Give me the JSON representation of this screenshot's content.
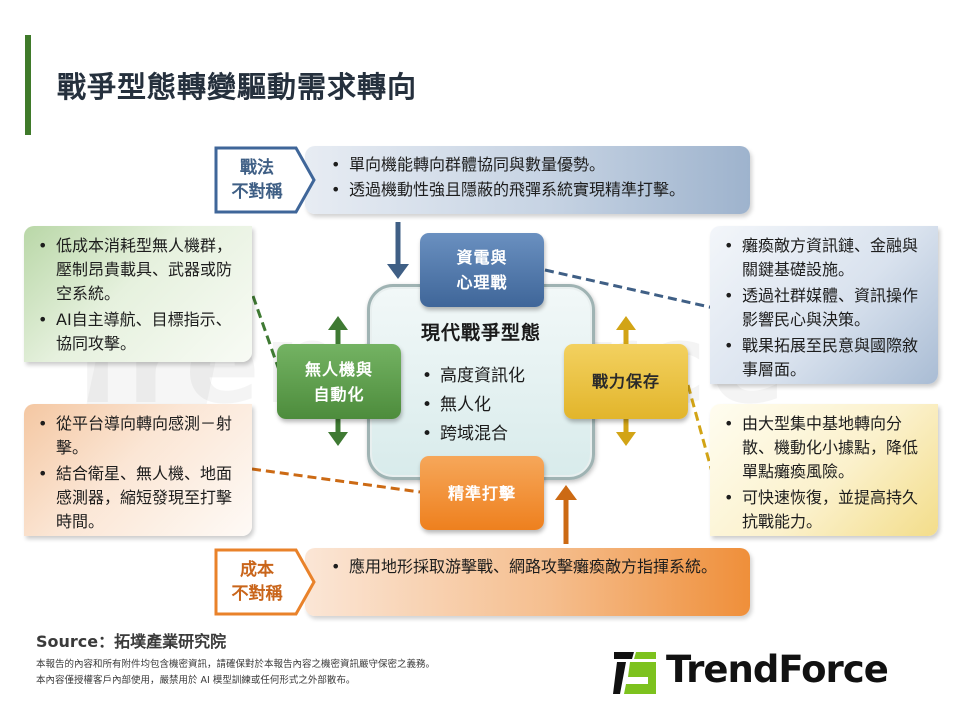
{
  "title": "戰爭型態轉變驅動需求轉向",
  "watermark": "TrendForce",
  "tactics": {
    "label_line1": "戰法",
    "label_line2": "不對稱",
    "items": [
      "單向機能轉向群體協同與數量優勢。",
      "透過機動性強且隱蔽的飛彈系統實現精準打擊。"
    ],
    "color": "#3f6699"
  },
  "cost": {
    "label_line1": "成本",
    "label_line2": "不對稱",
    "items": [
      "應用地形採取游擊戰、網路攻擊癱瘓敵方指揮系統。"
    ],
    "color": "#e9822a"
  },
  "center": {
    "title": "現代戰爭型態",
    "items": [
      "高度資訊化",
      "無人化",
      "跨域混合"
    ]
  },
  "nodes": {
    "info_psy": {
      "line1": "資電與",
      "line2": "心理戰",
      "color": "#4a72a6"
    },
    "drone": {
      "line1": "無人機與",
      "line2": "自動化",
      "color": "#5a9b48"
    },
    "preserve": {
      "line1": "戰力保存",
      "color": "#eac13f"
    },
    "strike": {
      "line1": "精準打擊",
      "color": "#f18f33"
    }
  },
  "panels": {
    "drone": {
      "items": [
        "低成本消耗型無人機群，壓制昂貴載具、武器或防空系統。",
        "AI自主導航、目標指示、協同攻擊。"
      ]
    },
    "strike": {
      "items": [
        "從平台導向轉向感測－射擊。",
        "結合衛星、無人機、地面感測器，縮短發現至打擊時間。"
      ]
    },
    "info_psy": {
      "items": [
        "癱瘓敵方資訊鏈、金融與關鍵基礎設施。",
        "透過社群媒體、資訊操作影響民心與決策。",
        "戰果拓展至民意與國際敘事層面。"
      ]
    },
    "preserve": {
      "items": [
        "由大型集中基地轉向分散、機動化小據點，降低單點癱瘓風險。",
        "可快速恢復，並提高持久抗戰能力。"
      ]
    }
  },
  "footer": {
    "source": "Source：拓墣產業研究院",
    "disclaimer_line1": "本報告的內容和所有附件均包含機密資訊，請確保對於本報告內容之機密資訊嚴守保密之義務。",
    "disclaimer_line2": "本內容僅授權客戶內部使用，嚴禁用於 AI 模型訓練或任何形式之外部散布。",
    "logo_text": "TrendForce",
    "logo_colors": {
      "dark": "#111111",
      "green": "#7dc21e"
    }
  }
}
